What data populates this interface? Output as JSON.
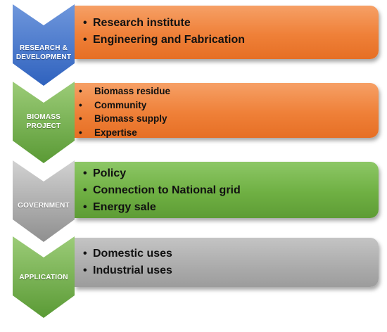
{
  "stages": [
    {
      "label_lines": [
        "RESEARCH &",
        "DEVELOPMENT"
      ],
      "items": [
        "Research institute",
        "Engineering and Fabrication"
      ]
    },
    {
      "label_lines": [
        "BIOMASS",
        "PROJECT"
      ],
      "items": [
        "Biomass residue",
        "Community",
        "Biomass supply",
        "Expertise"
      ]
    },
    {
      "label_lines": [
        "GOVERNMENT"
      ],
      "items": [
        "Policy",
        "Connection to National grid",
        "Energy sale"
      ]
    },
    {
      "label_lines": [
        "APPLICATION"
      ],
      "items": [
        "Domestic uses",
        "Industrial uses"
      ]
    }
  ],
  "bullet": "•",
  "colors": {
    "blue": "#4472C4",
    "green": "#70AD47",
    "gray": "#A5A5A5",
    "orange": "#ED7D31"
  }
}
